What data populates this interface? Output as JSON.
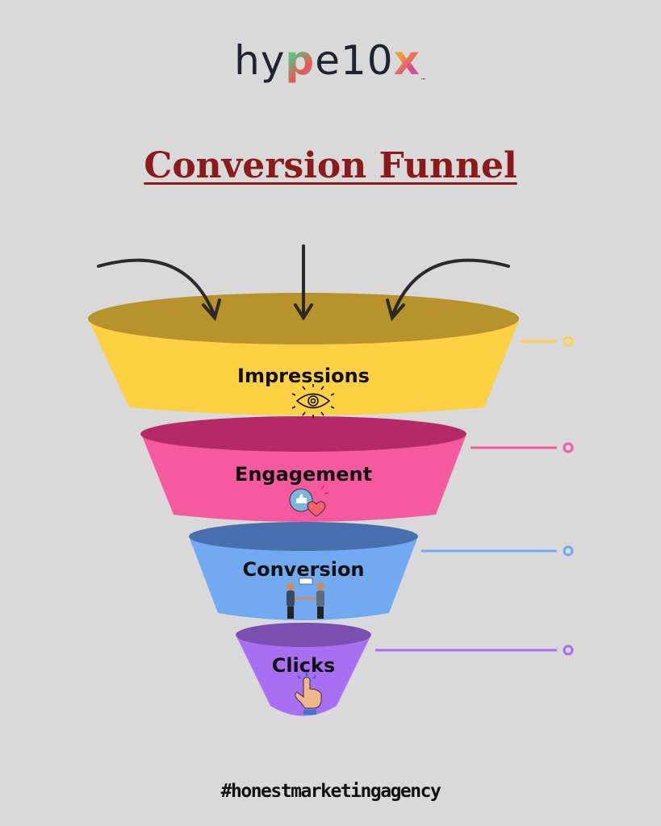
{
  "logo": {
    "part1": "hy",
    "part2": "p",
    "part3": "e10",
    "part4": "x",
    "tm": "™"
  },
  "title": "Conversion Funnel",
  "stages": [
    {
      "label": "Impressions",
      "icon": "eye-icon",
      "color": "#fdd143",
      "top_color": "#b8922a"
    },
    {
      "label": "Engagement",
      "icon": "like-heart-icon",
      "color": "#f55a9e",
      "top_color": "#b52a66"
    },
    {
      "label": "Conversion",
      "icon": "handshake-icon",
      "color": "#72aaf2",
      "top_color": "#4a6fae"
    },
    {
      "label": "Clicks",
      "icon": "pointer-hand-icon",
      "color": "#a96ff2",
      "top_color": "#7a4fb0"
    }
  ],
  "hashtag": "#honestmarketingagency"
}
